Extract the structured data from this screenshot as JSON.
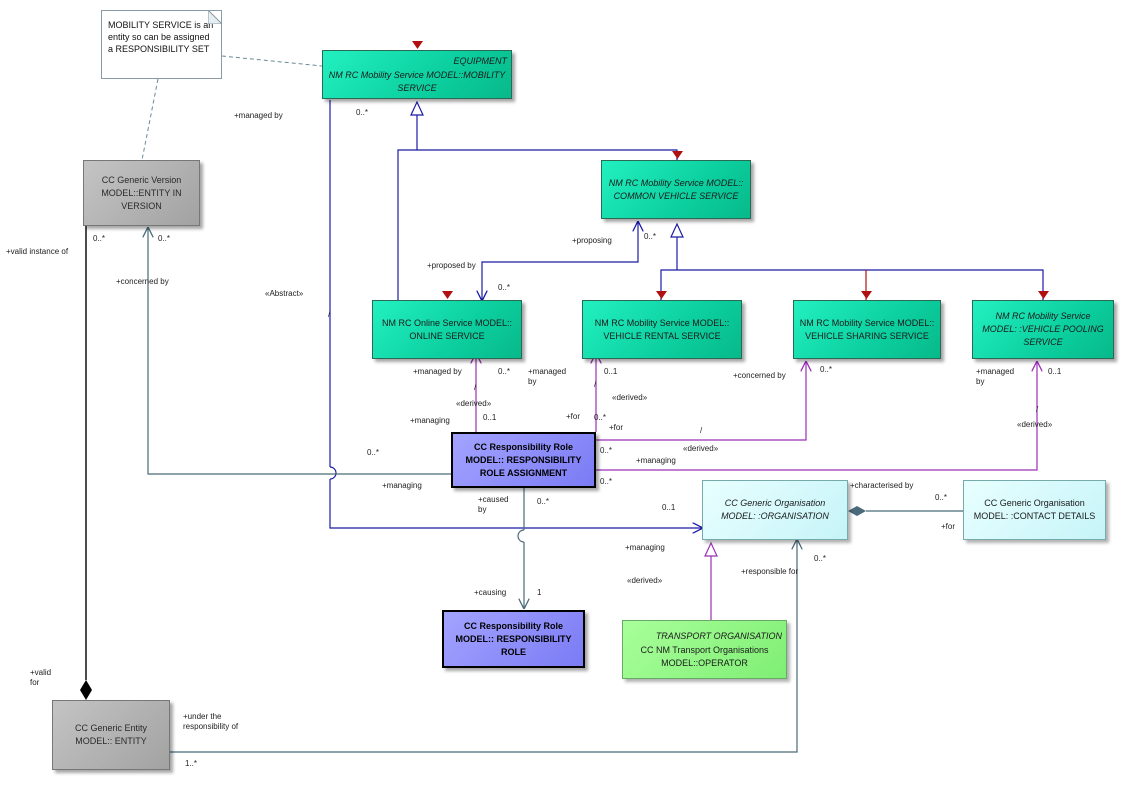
{
  "note": {
    "text": "MOBILITY SERVICE is an entity so can be assigned a RESPONSIBILITY SET"
  },
  "classes": {
    "mobility_service": {
      "stereotype": "EQUIPMENT",
      "name": "NM RC Mobility Service MODEL::MOBILITY SERVICE"
    },
    "common_vehicle_service": {
      "name": "NM RC Mobility Service MODEL:: COMMON VEHICLE SERVICE"
    },
    "entity_in_version": {
      "name": "CC Generic Version MODEL::ENTITY IN VERSION"
    },
    "online_service": {
      "name": "NM RC Online Service MODEL:: ONLINE SERVICE"
    },
    "vehicle_rental_service": {
      "name": "NM RC Mobility Service MODEL:: VEHICLE RENTAL SERVICE"
    },
    "vehicle_sharing_service": {
      "name": "NM RC Mobility Service MODEL:: VEHICLE SHARING SERVICE"
    },
    "vehicle_pooling_service": {
      "name": "NM RC Mobility Service MODEL: :VEHICLE POOLING SERVICE"
    },
    "responsibility_role_assignment": {
      "name": "CC Responsibility Role MODEL:: RESPONSIBILITY ROLE ASSIGNMENT"
    },
    "organisation": {
      "name": "CC Generic Organisation MODEL: :ORGANISATION"
    },
    "contact_details": {
      "name": "CC Generic Organisation MODEL: :CONTACT DETAILS"
    },
    "responsibility_role": {
      "name": "CC Responsibility Role MODEL:: RESPONSIBILITY ROLE"
    },
    "operator": {
      "stereotype": "TRANSPORT ORGANISATION",
      "name": "CC NM Transport Organisations MODEL::OPERATOR"
    },
    "entity": {
      "name": "CC Generic Entity MODEL:: ENTITY"
    }
  },
  "labels": {
    "managed_by_top": "+managed by",
    "mult_ms": "0..*",
    "valid_instance_of": "+valid instance of",
    "eiv_mult_left": "0..*",
    "eiv_mult_right": "0..*",
    "concerned_by_left": "+concerned by",
    "abstract": "«Abstract»",
    "proposing": "+proposing",
    "proposing_mult": "0..*",
    "proposed_by": "+proposed by",
    "proposed_by_mult": "0..*",
    "online_managed_by": "+managed by",
    "online_managed_mult": "0..*",
    "rental_managed_by": "+managed by",
    "rental_mult": "0..1",
    "concerned_by_right": "+concerned by",
    "sharing_mult": "0..*",
    "pooling_managed_by": "+managed by",
    "pooling_mult": "0..1",
    "derived_1": "«derived»",
    "managing_1": "+managing",
    "mult_01_a": "0..1",
    "derived_2": "«derived»",
    "for_1": "+for",
    "mult_0s_a": "0..*",
    "for_2": "+for",
    "derived_3": "«derived»",
    "derived_4": "«derived»",
    "mult_0s_b": "0..*",
    "managing_2": "+managing",
    "mult_0s_c": "0..*",
    "mult_0s_left": "0..*",
    "managing_3": "+managing",
    "caused_by": "+caused by",
    "mult_0s_d": "0..*",
    "mult_01_org": "0..1",
    "characterised_by": "+characterised by",
    "contact_mult": "0..*",
    "for_3": "+for",
    "managing_4": "+managing",
    "derived_5": "«derived»",
    "responsible_for": "+responsible for",
    "resp_mult": "0..*",
    "causing": "+causing",
    "causing_mult": "1",
    "valid_for": "+valid for",
    "under_responsibility": "+under the responsibility of",
    "entity_mult": "1..*",
    "slash": "/"
  },
  "colors": {
    "navy": "#1a1aa8",
    "purple": "#9b30b8",
    "darkred": "#8b0000",
    "slate": "#4a6a7a"
  }
}
